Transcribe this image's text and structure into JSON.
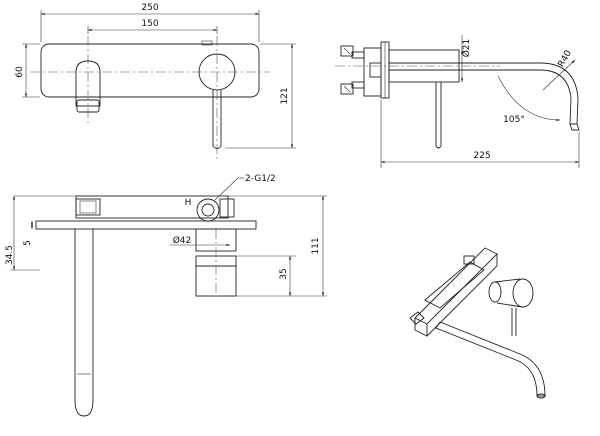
{
  "dimensions": {
    "width_total": "250",
    "width_spout": "150",
    "plate_height": "60",
    "total_height": "121",
    "handle_dia": "Ø21",
    "radius": "R40",
    "angle": "105°",
    "projection": "225",
    "thread": "2-G1/2",
    "hot_marker": "H",
    "cartridge_dia": "Ø42",
    "depth_34_5": "34.5",
    "depth_5": "5",
    "depth_35": "35",
    "depth_111": "111"
  }
}
